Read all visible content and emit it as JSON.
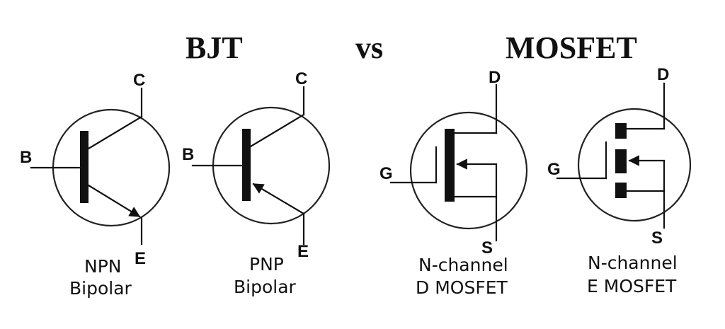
{
  "titles": {
    "left": "BJT",
    "middle": "vs",
    "right": "MOSFET"
  },
  "symbols": [
    {
      "id": "npn",
      "pins": {
        "base": "B",
        "collector": "C",
        "emitter": "E"
      },
      "caption": [
        "NPN",
        "Bipolar"
      ]
    },
    {
      "id": "pnp",
      "pins": {
        "base": "B",
        "collector": "C",
        "emitter": "E"
      },
      "caption": [
        "PNP",
        "Bipolar"
      ]
    },
    {
      "id": "nmos-depletion",
      "pins": {
        "gate": "G",
        "drain": "D",
        "source": "S"
      },
      "caption": [
        "N-channel",
        "D MOSFET"
      ]
    },
    {
      "id": "nmos-enhancement",
      "pins": {
        "gate": "G",
        "drain": "D",
        "source": "S"
      },
      "caption": [
        "N-channel",
        "E MOSFET"
      ]
    }
  ],
  "colors": {
    "ink": "#111111",
    "background": "#ffffff"
  }
}
